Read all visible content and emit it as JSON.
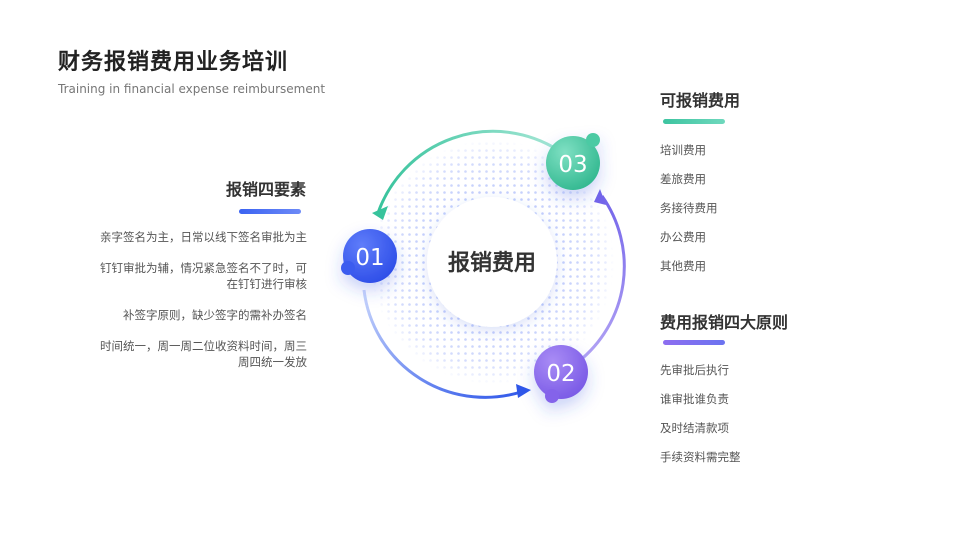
{
  "header": {
    "title": "财务报销费用业务培训",
    "subtitle": "Training in financial expense reimbursement"
  },
  "center": {
    "label": "报销费用"
  },
  "steps": [
    {
      "number": "01",
      "color": "#3d5ef3"
    },
    {
      "number": "02",
      "color": "#8a66ec"
    },
    {
      "number": "03",
      "color": "#46c9a2"
    }
  ],
  "left_section": {
    "title": "报销四要素",
    "items": [
      [
        "亲字签名为主，日常以线下签名审批为主"
      ],
      [
        "钉钉审批为辅，情况紧急签名不了时，可",
        "在钉钉进行审核"
      ],
      [
        "补签字原则，缺少签字的需补办签名"
      ],
      [
        "时间统一，周一周二位收资料时间，周三",
        "周四统一发放"
      ]
    ]
  },
  "right_top": {
    "title": "可报销费用",
    "items": [
      "培训费用",
      "差旅费用",
      "务接待费用",
      "办公费用",
      "其他费用"
    ]
  },
  "right_bottom": {
    "title": "费用报销四大原则",
    "items": [
      "先审批后执行",
      "谁审批谁负责",
      "及时结清款项",
      "手续资料需完整"
    ]
  }
}
